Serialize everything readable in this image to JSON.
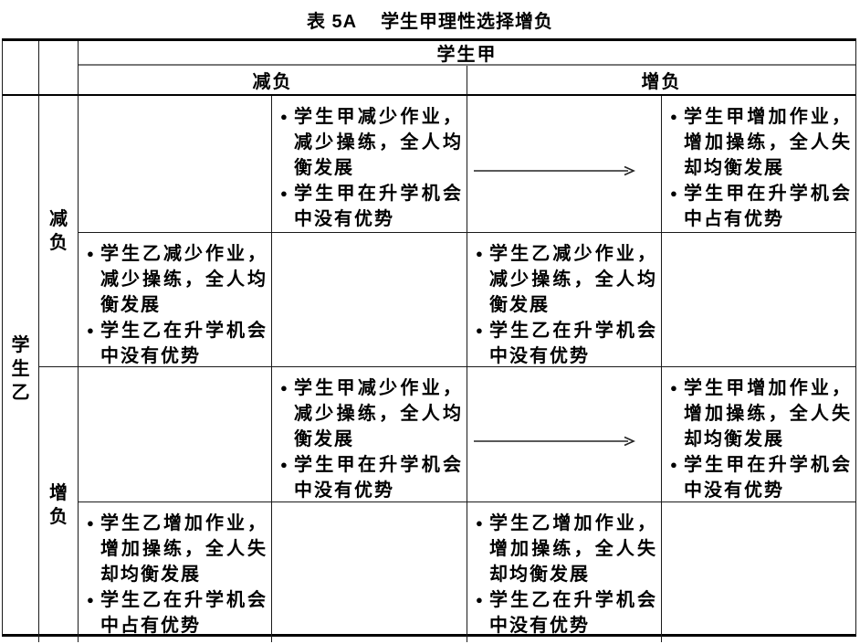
{
  "title": {
    "tag": "表 5A",
    "text": "学生甲理性选择增负"
  },
  "players": {
    "column": "学生甲",
    "row": "学生乙"
  },
  "strategies": {
    "column": [
      "减负",
      "增负"
    ],
    "row": [
      "减负",
      "增负"
    ]
  },
  "icons": {
    "bullet": "●",
    "arrow": "rightward-arrow"
  },
  "matrix": {
    "rows": [
      {
        "row_strategy": "减负",
        "cells": [
          {
            "a_items": [
              "学生甲减少作业，减少操练，全人均衡发展",
              "学生甲在升学机会中没有优势"
            ],
            "b_items": [
              "学生乙减少作业，减少操练，全人均衡发展",
              "学生乙在升学机会中没有优势"
            ],
            "arrow_to_zengfu": false
          },
          {
            "a_items": [
              "学生甲增加作业，增加操练，全人失却均衡发展",
              "学生甲在升学机会中占有优势"
            ],
            "b_items": [
              "学生乙减少作业，减少操练，全人均衡发展",
              "学生乙在升学机会中没有优势"
            ],
            "arrow_to_zengfu": true
          }
        ]
      },
      {
        "row_strategy": "增负",
        "cells": [
          {
            "a_items": [
              "学生甲减少作业，减少操练，全人均衡发展",
              "学生甲在升学机会中没有优势"
            ],
            "b_items": [
              "学生乙增加作业，增加操练，全人失却均衡发展",
              "学生乙在升学机会中占有优势"
            ],
            "arrow_to_zengfu": false
          },
          {
            "a_items": [
              "学生甲增加作业，增加操练，全人失却均衡发展",
              "学生甲在升学机会中没有优势"
            ],
            "b_items": [
              "学生乙增加作业，增加操练，全人失却均衡发展",
              "学生乙在升学机会中没有优势"
            ],
            "arrow_to_zengfu": true
          }
        ]
      }
    ]
  }
}
